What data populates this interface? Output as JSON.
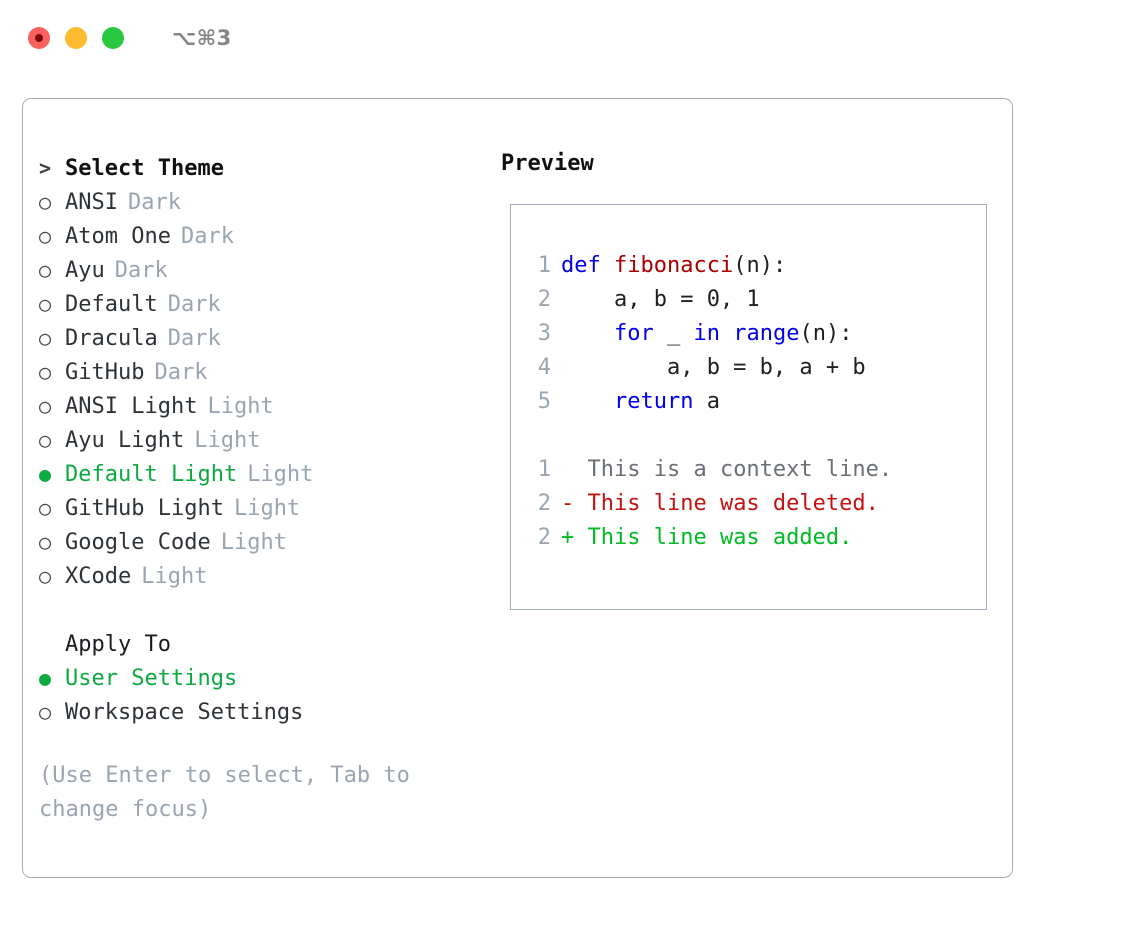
{
  "titlebar": {
    "shortcut": "⌥⌘3",
    "lights": [
      "close-red",
      "minimize-yellow",
      "zoom-green"
    ]
  },
  "theme_picker": {
    "header_marker": ">",
    "header": "Select Theme",
    "marker_unselected": "○",
    "marker_selected": "●",
    "items": [
      {
        "name": "ANSI",
        "variant": "Dark",
        "selected": false
      },
      {
        "name": "Atom One",
        "variant": "Dark",
        "selected": false
      },
      {
        "name": "Ayu",
        "variant": "Dark",
        "selected": false
      },
      {
        "name": "Default",
        "variant": "Dark",
        "selected": false
      },
      {
        "name": "Dracula",
        "variant": "Dark",
        "selected": false
      },
      {
        "name": "GitHub",
        "variant": "Dark",
        "selected": false
      },
      {
        "name": "ANSI Light",
        "variant": "Light",
        "selected": false
      },
      {
        "name": "Ayu Light",
        "variant": "Light",
        "selected": false
      },
      {
        "name": "Default Light",
        "variant": "Light",
        "selected": true
      },
      {
        "name": "GitHub Light",
        "variant": "Light",
        "selected": false
      },
      {
        "name": "Google Code",
        "variant": "Light",
        "selected": false
      },
      {
        "name": "XCode",
        "variant": "Light",
        "selected": false
      }
    ]
  },
  "apply_to": {
    "title": "Apply To",
    "options": [
      {
        "label": "User Settings",
        "selected": true
      },
      {
        "label": "Workspace Settings",
        "selected": false
      }
    ]
  },
  "hint": "(Use Enter to select, Tab to change focus)",
  "preview": {
    "title": "Preview",
    "code_lines": [
      {
        "n": "1",
        "tokens": [
          {
            "t": "def ",
            "c": "kw"
          },
          {
            "t": "fibonacci",
            "c": "fn"
          },
          {
            "t": "(n):",
            "c": "pl"
          }
        ]
      },
      {
        "n": "2",
        "tokens": [
          {
            "t": "    a, b = 0, 1",
            "c": "pl"
          }
        ]
      },
      {
        "n": "3",
        "tokens": [
          {
            "t": "    ",
            "c": "pl"
          },
          {
            "t": "for",
            "c": "kw"
          },
          {
            "t": " _ ",
            "c": "pl"
          },
          {
            "t": "in ",
            "c": "kw"
          },
          {
            "t": "range",
            "c": "kw"
          },
          {
            "t": "(n):",
            "c": "pl"
          }
        ]
      },
      {
        "n": "4",
        "tokens": [
          {
            "t": "        a, b = b, a + b",
            "c": "pl"
          }
        ]
      },
      {
        "n": "5",
        "tokens": [
          {
            "t": "    ",
            "c": "pl"
          },
          {
            "t": "return",
            "c": "kw"
          },
          {
            "t": " a",
            "c": "pl"
          }
        ]
      }
    ],
    "diff_lines": [
      {
        "n": "1",
        "sign": " ",
        "text": " This is a context line.",
        "kind": "ctx"
      },
      {
        "n": "2",
        "sign": "-",
        "text": " This line was deleted.",
        "kind": "del"
      },
      {
        "n": "2",
        "sign": "+",
        "text": " This line was added.",
        "kind": "add"
      }
    ]
  },
  "colors": {
    "selected_green": "#0daa41",
    "muted_gray": "#9aa5b1",
    "border": "#a2aebb",
    "keyword_blue": "#0000ee",
    "function_red": "#aa0000",
    "diff_deleted": "#c41111",
    "diff_added": "#00bb22"
  }
}
